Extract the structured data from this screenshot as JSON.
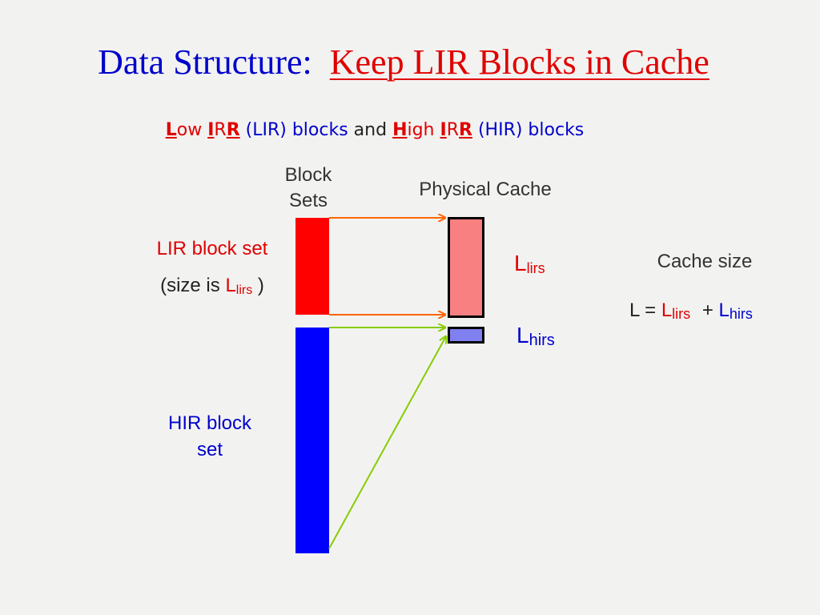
{
  "title": {
    "prefix": "Data Structure:",
    "highlight": "Keep LIR Blocks in Cache"
  },
  "subtitle": {
    "low_L": "L",
    "low_rest": "ow",
    "irr1_I": "I",
    "irr1_R1": "R",
    "irr1_R2": "R",
    "lir": "(LIR) blocks",
    "and": "and",
    "high_H": "H",
    "high_rest": "igh",
    "irr2_I": "I",
    "irr2_R1": "R",
    "irr2_R2": "R",
    "hir": "(HIR) blocks"
  },
  "block_sets_label": {
    "line1": "Block",
    "line2": "Sets"
  },
  "physical_cache_label": "Physical Cache",
  "lir_set": {
    "label": "LIR block set",
    "size_prefix": "(size is",
    "L": "L",
    "sub": "lirs",
    "size_suffix": ")"
  },
  "hir_set": {
    "line1": "HIR block",
    "line2": "set"
  },
  "l_lirs": {
    "L": "L",
    "sub": "lirs"
  },
  "l_hirs": {
    "L": "L",
    "sub": "hirs"
  },
  "cache_size": {
    "label": "Cache size",
    "lhs": "L =",
    "term1_L": "L",
    "term1_sub": "lirs",
    "plus": "+",
    "term2_L": "L",
    "term2_sub": "hirs"
  },
  "colors": {
    "lir": "#ff0000",
    "hir": "#0000ff",
    "lirs_cache": "#f98080",
    "hirs_cache": "#8080f0",
    "lir_arrow": "#ff6600",
    "hir_arrow": "#88cc00",
    "title_blue": "#0000cc",
    "title_red": "#e00000"
  }
}
